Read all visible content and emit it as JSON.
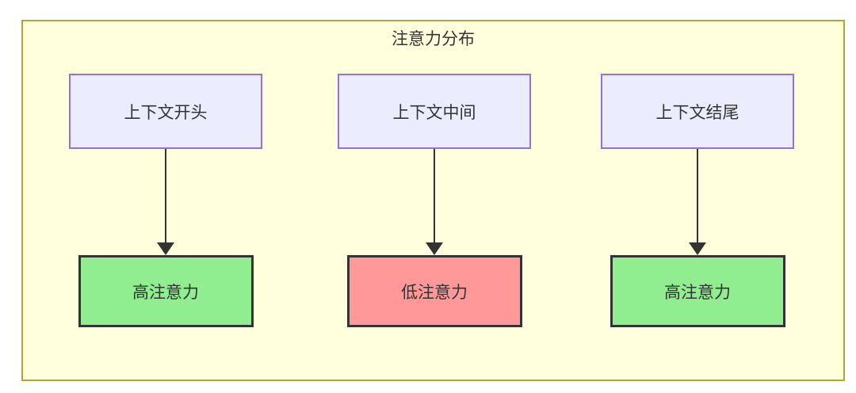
{
  "diagram": {
    "title": "注意力分布",
    "columns": [
      {
        "source": {
          "label": "上下文开头"
        },
        "target": {
          "label": "高注意力",
          "variant": "high"
        }
      },
      {
        "source": {
          "label": "上下文中间"
        },
        "target": {
          "label": "低注意力",
          "variant": "low"
        }
      },
      {
        "source": {
          "label": "上下文结尾"
        },
        "target": {
          "label": "高注意力",
          "variant": "high"
        }
      }
    ],
    "colors": {
      "canvas_background": "#FFFFDE",
      "frame_border": "#AAAA33",
      "source_fill": "#ECECFF",
      "source_border": "#9370DB",
      "high_attention_fill": "#90EE90",
      "low_attention_fill": "#FF9999",
      "result_border": "#333333",
      "arrow": "#333333",
      "text": "#333333"
    }
  }
}
